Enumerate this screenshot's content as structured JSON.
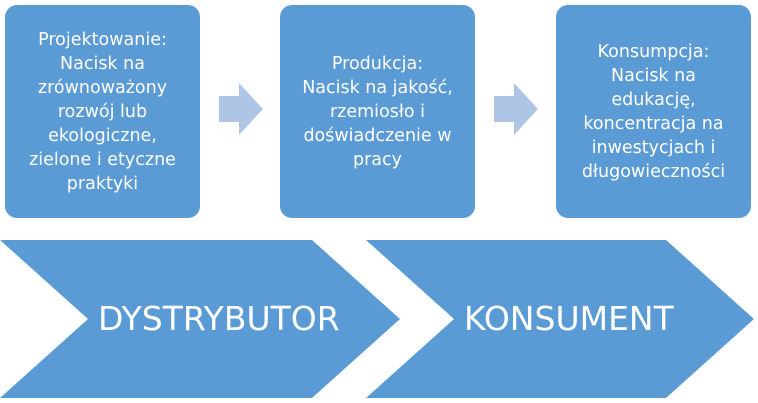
{
  "colors": {
    "box_fill": "#5b9bd5",
    "arrow_fill": "#aec5e6",
    "chevron_fill": "#5b9bd5",
    "text": "#ffffff"
  },
  "stages": [
    {
      "text": "Projektowanie:\nNacisk na\nzrównoważony\nrozwój lub\nekologiczne,\nzielone i etyczne\npraktyki"
    },
    {
      "text": "Produkcja:\nNacisk na jakość,\nrzemiosło i\ndoświadczenie w\npracy"
    },
    {
      "text": "Konsumpcja:\nNacisk na\nedukację,\nkoncentracja na\ninwestycjach i\ndługowieczności"
    }
  ],
  "chevrons": [
    {
      "label": "DYSTRYBUTOR"
    },
    {
      "label": "KONSUMENT"
    }
  ]
}
